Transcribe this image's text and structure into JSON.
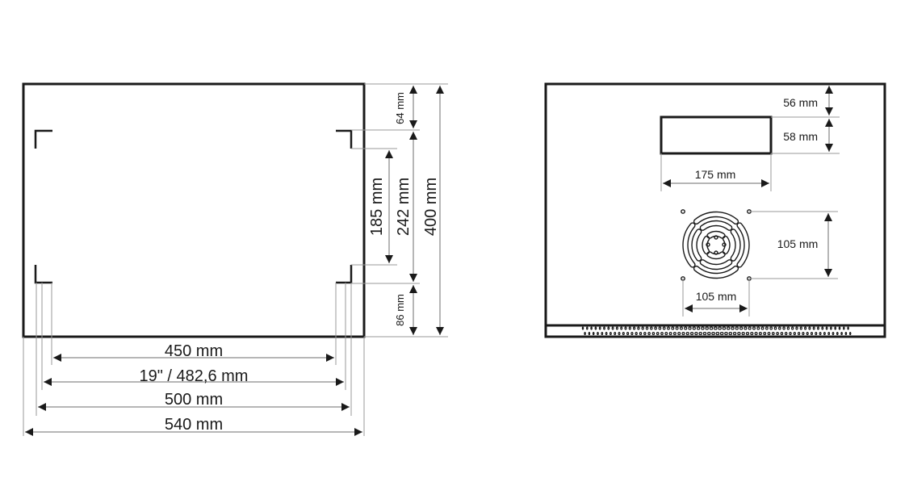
{
  "front_view": {
    "dimensions": {
      "d64": "64 mm",
      "d185": "185 mm",
      "d242": "242 mm",
      "d400": "400 mm",
      "d86": "86 mm",
      "d450": "450 mm",
      "d482": "19\" / 482,6 mm",
      "d500": "500 mm",
      "d540": "540 mm"
    }
  },
  "side_view": {
    "dimensions": {
      "d56": "56 mm",
      "d58": "58 mm",
      "d175": "175 mm",
      "fan_v": "105 mm",
      "fan_h": "105 mm"
    }
  },
  "colors": {
    "line": "#1a1a1a",
    "dimension": "#6e6e6e",
    "extension": "#9a9a9a",
    "background": "#ffffff"
  }
}
